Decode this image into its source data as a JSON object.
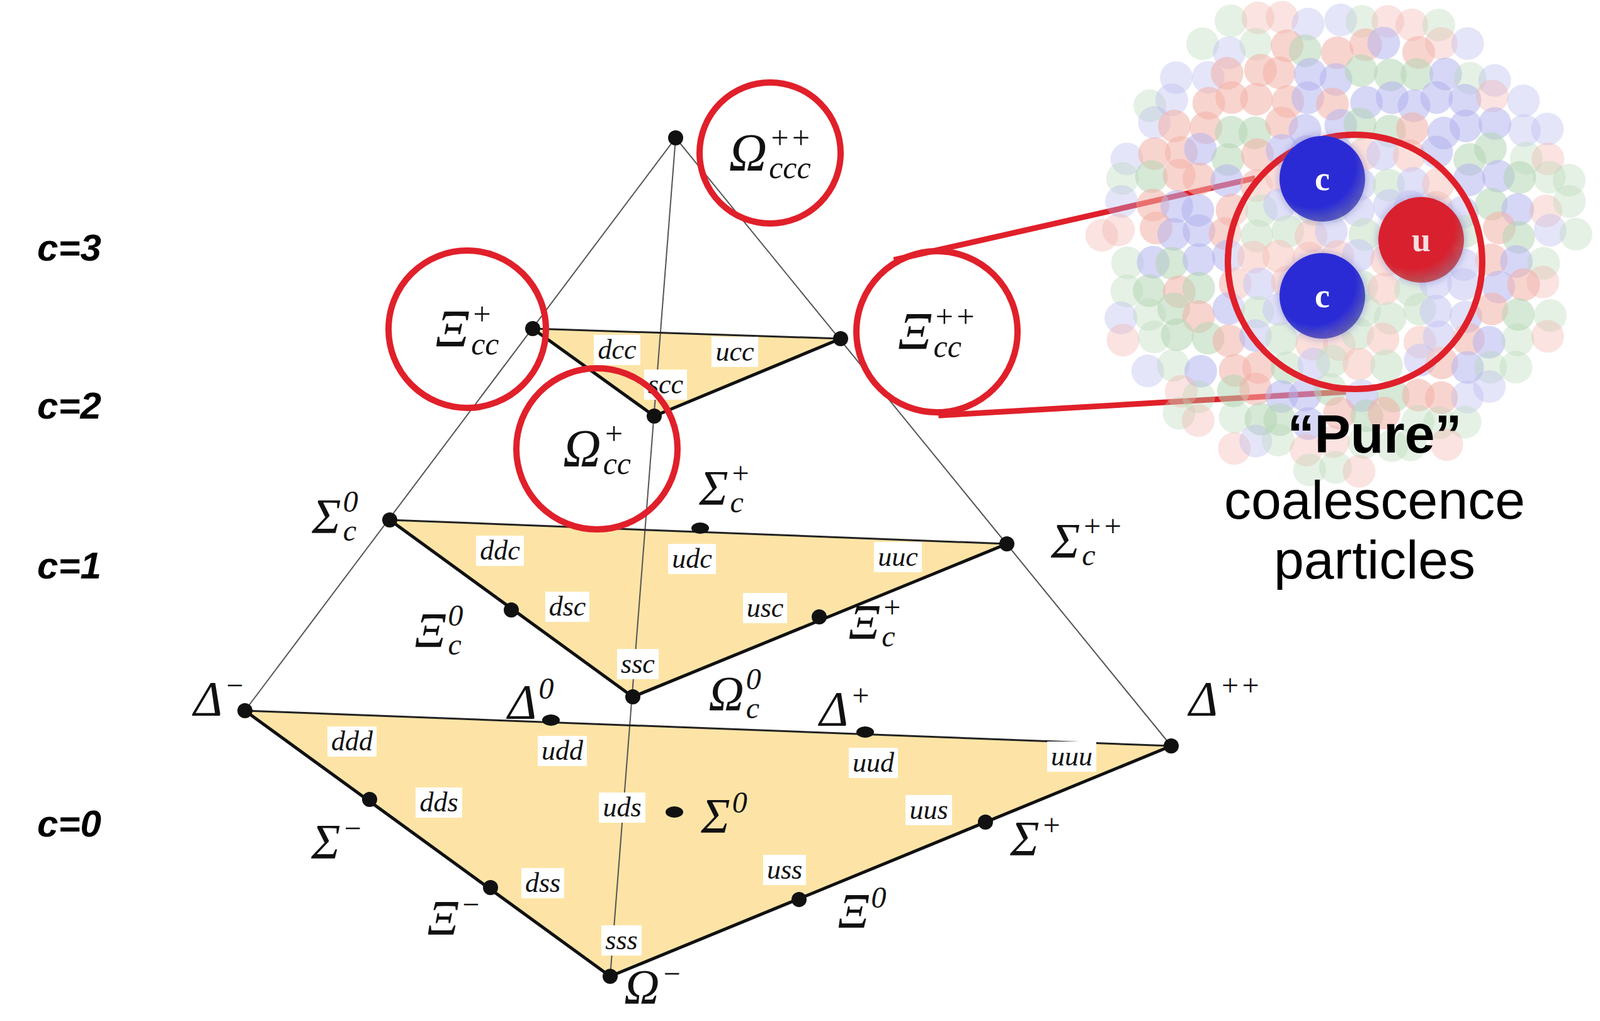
{
  "diagram": {
    "nodes": [
      {
        "text": [
          "Ω",
          "++",
          "ccc"
        ]
      },
      {
        "text": [
          "Ξ",
          "+",
          "cc"
        ]
      },
      {
        "text": [
          "Ξ",
          "++",
          "cc"
        ]
      },
      {
        "text": [
          "“Pure”",
          "coalescence particles"
        ]
      },
      {
        "text": [
          "c"
        ],
        "in": 3
      },
      {
        "text": [
          "u"
        ],
        "in": 3
      },
      {
        "text": [
          "c"
        ],
        "in": 3
      },
      {
        "text": [
          "Ω",
          "+",
          "cc"
        ]
      }
    ],
    "edges": [
      {
        "from": 2,
        "to": 3,
        "arrow": "none"
      }
    ],
    "labels": [
      "c=3",
      "c=2",
      "c=1",
      "c=0",
      "dcc",
      "ucc",
      "scc",
      "ddc",
      "udc",
      "uuc",
      "dsc",
      "usc",
      "ssc",
      "ddd",
      "udd",
      "uud",
      "uuu",
      "dds",
      "uds",
      "uus",
      "dss",
      "uss",
      "sss",
      "Σ",
      "0",
      "c",
      "Σ",
      "+",
      "c",
      "Σ",
      "++",
      "c",
      "Ξ",
      "0",
      "c",
      "Ξ",
      "+",
      "c",
      "Ω",
      "0",
      "c",
      "Δ",
      "−",
      "Δ",
      "0",
      "Δ",
      "+",
      "Δ",
      "++",
      "Σ",
      "0",
      "Σ",
      "−",
      "Σ",
      "+",
      "Ξ",
      "−",
      "Ξ",
      "0",
      "Ω",
      "−"
    ]
  }
}
